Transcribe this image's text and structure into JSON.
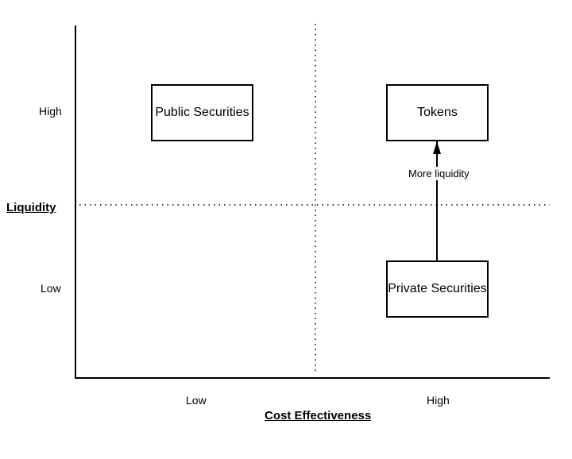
{
  "axes": {
    "y_title": "Liquidity",
    "x_title": "Cost Effectiveness",
    "y_ticks": {
      "high": "High",
      "low": "Low"
    },
    "x_ticks": {
      "low": "Low",
      "high": "High"
    }
  },
  "quadrants": {
    "top_left": "Public Securities",
    "top_right": "Tokens",
    "bottom_right": "Private Securities"
  },
  "arrow": {
    "label": "More liquidity"
  }
}
